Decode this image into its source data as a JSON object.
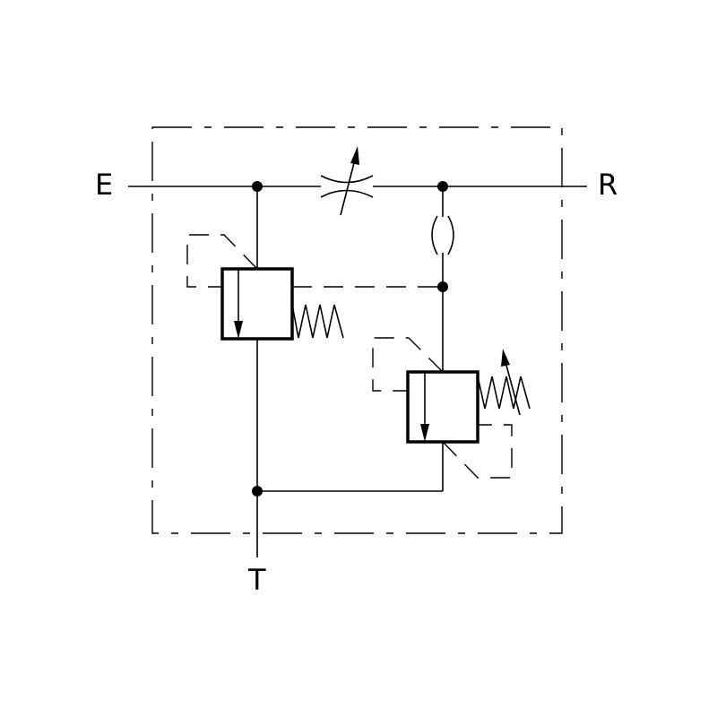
{
  "ports": {
    "inlet": "E",
    "regulated": "R",
    "tank": "T"
  },
  "symbols": [
    "adjustable-throttle-icon",
    "fixed-orifice-icon",
    "pressure-compensator-valve-icon",
    "adjustable-relief-valve-icon",
    "spring-icon",
    "adjustable-spring-icon"
  ],
  "colors": {
    "line": "#000000",
    "background": "#ffffff"
  }
}
